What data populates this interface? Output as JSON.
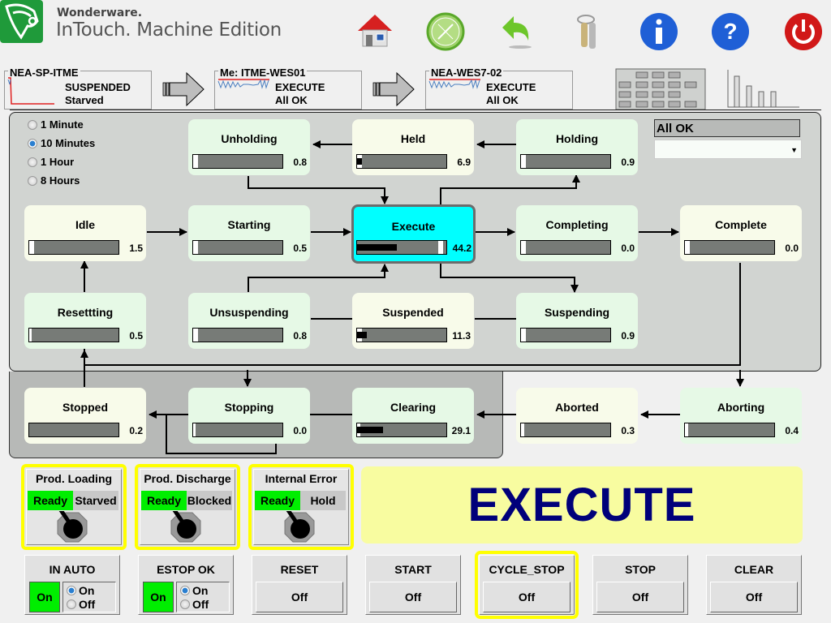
{
  "header": {
    "brand_line1": "Wonderware.",
    "brand_line2": "InTouch. Machine Edition",
    "toolbar": [
      {
        "name": "home-icon",
        "label": "Home"
      },
      {
        "name": "compass-icon",
        "label": "Navigate"
      },
      {
        "name": "back-arrow-icon",
        "label": "Back"
      },
      {
        "name": "keys-icon",
        "label": "Security"
      },
      {
        "name": "info-icon",
        "label": "Info"
      },
      {
        "name": "help-icon",
        "label": "Help"
      },
      {
        "name": "power-icon",
        "label": "Shutdown"
      }
    ]
  },
  "units": [
    {
      "title": "NEA-SP-ITME",
      "state": "SUSPENDED",
      "condition": "Starved"
    },
    {
      "title": "Me: ITME-WES01",
      "state": "EXECUTE",
      "condition": "All OK"
    },
    {
      "title": "NEA-WES7-02",
      "state": "EXECUTE",
      "condition": "All OK"
    }
  ],
  "time_range": {
    "options": [
      "1 Minute",
      "10 Minutes",
      "1 Hour",
      "8 Hours"
    ],
    "selected": "10 Minutes"
  },
  "status_field": "All OK",
  "status_dropdown_value": "",
  "states": {
    "unholding": {
      "label": "Unholding",
      "value": "0.8",
      "fraction": 0.008
    },
    "held": {
      "label": "Held",
      "value": "6.9",
      "fraction": 0.069
    },
    "holding": {
      "label": "Holding",
      "value": "0.9",
      "fraction": 0.009
    },
    "idle": {
      "label": "Idle",
      "value": "1.5",
      "fraction": 0.015
    },
    "starting": {
      "label": "Starting",
      "value": "0.5",
      "fraction": 0.005
    },
    "execute": {
      "label": "Execute",
      "value": "44.2",
      "fraction": 0.442
    },
    "completing": {
      "label": "Completing",
      "value": "0.0",
      "fraction": 0.0
    },
    "complete": {
      "label": "Complete",
      "value": "0.0",
      "fraction": 0.0
    },
    "resetting": {
      "label": "Resettting",
      "value": "0.5",
      "fraction": 0.005
    },
    "unsuspending": {
      "label": "Unsuspending",
      "value": "0.8",
      "fraction": 0.008
    },
    "suspended": {
      "label": "Suspended",
      "value": "11.3",
      "fraction": 0.113
    },
    "suspending": {
      "label": "Suspending",
      "value": "0.9",
      "fraction": 0.009
    },
    "stopped": {
      "label": "Stopped",
      "value": "0.2",
      "fraction": 0.002
    },
    "stopping": {
      "label": "Stopping",
      "value": "0.0",
      "fraction": 0.0
    },
    "clearing": {
      "label": "Clearing",
      "value": "29.1",
      "fraction": 0.291
    },
    "aborted": {
      "label": "Aborted",
      "value": "0.3",
      "fraction": 0.003
    },
    "aborting": {
      "label": "Aborting",
      "value": "0.4",
      "fraction": 0.004
    }
  },
  "active_state": "execute",
  "conditions": [
    {
      "title": "Prod. Loading",
      "left": "Ready",
      "right": "Starved"
    },
    {
      "title": "Prod. Discharge",
      "left": "Ready",
      "right": "Blocked"
    },
    {
      "title": "Internal Error",
      "left": "Ready",
      "right": "Hold"
    }
  ],
  "banner": {
    "text": "EXECUTE",
    "color": "#00007a",
    "background": "#f8fca0"
  },
  "controls": {
    "in_auto": {
      "title": "IN AUTO",
      "indicator": "On",
      "options": [
        "On",
        "Off"
      ],
      "selected": "On"
    },
    "estop_ok": {
      "title": "ESTOP OK",
      "indicator": "On",
      "options": [
        "On",
        "Off"
      ],
      "selected": "On"
    },
    "buttons": [
      {
        "title": "RESET",
        "value": "Off"
      },
      {
        "title": "START",
        "value": "Off"
      },
      {
        "title": "CYCLE_STOP",
        "value": "Off"
      },
      {
        "title": "STOP",
        "value": "Off"
      },
      {
        "title": "CLEAR",
        "value": "Off"
      }
    ]
  },
  "colors": {
    "active_state": "#00ffff",
    "ready_green": "#00ee00",
    "highlight": "#ffff00"
  }
}
